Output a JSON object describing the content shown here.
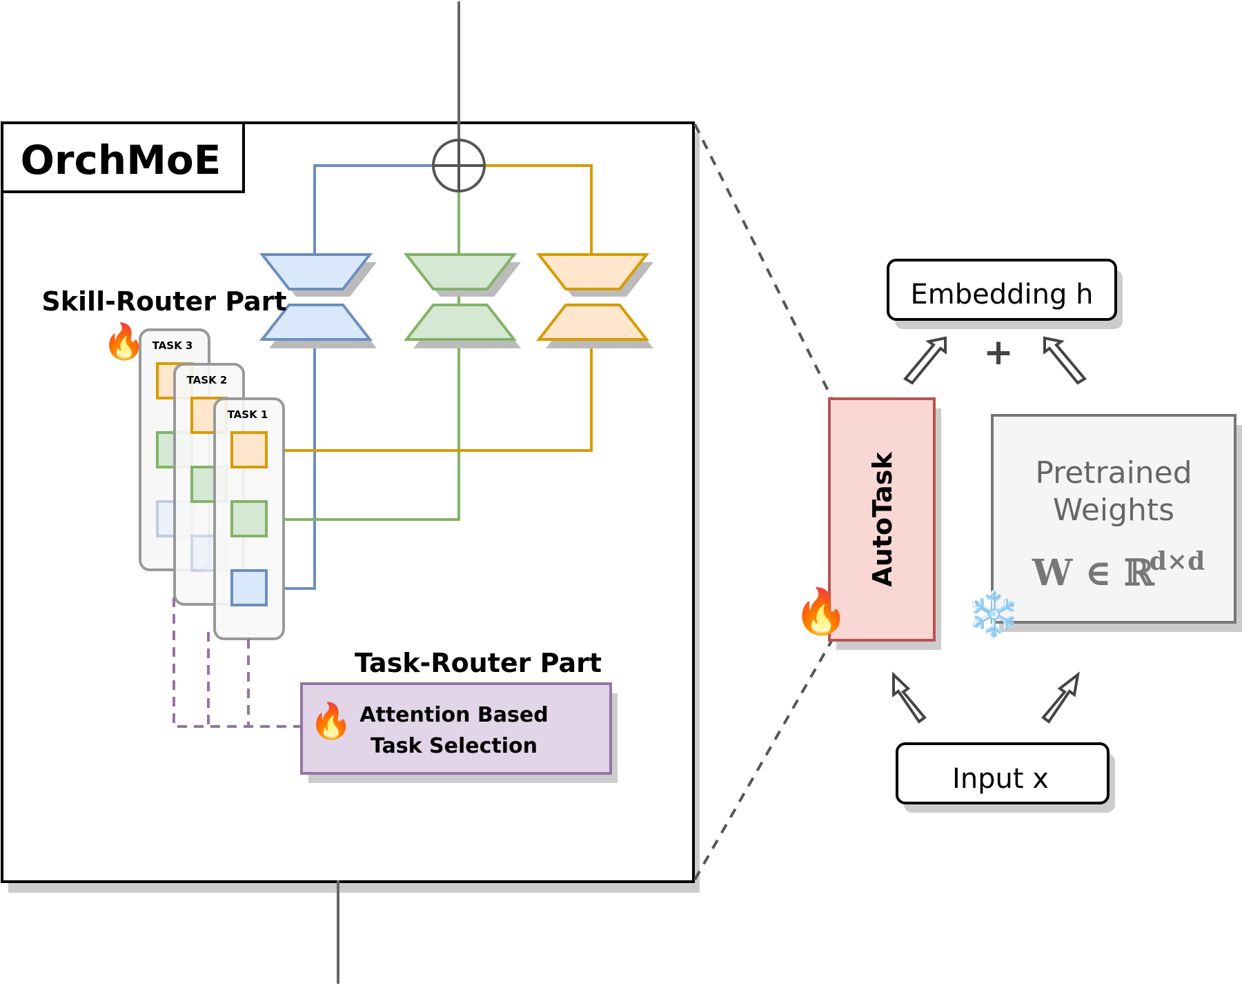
{
  "title": "OrchMoE",
  "skill_router_label": "Skill-Router Part",
  "task_router_label": "Task-Router Part",
  "attention_line1": "Attention Based",
  "attention_line2": "Task Selection",
  "tasks": [
    "TASK 3",
    "TASK 2",
    "TASK 1"
  ],
  "autotask_label": "AutoTask",
  "embedding_label": "Embedding h",
  "plus_sign": "+",
  "input_label": "Input x",
  "pretrained_line1": "Pretrained",
  "pretrained_line2": "Weights",
  "weight_formula_main": "W ∈ ℝ",
  "weight_formula_sup": "d×d",
  "icons": {
    "fire": "🔥",
    "snow": "❄️"
  },
  "colors": {
    "blue": "#6c8ebf",
    "blue_fill": "#dae8fc",
    "green": "#82b366",
    "green_fill": "#d5e8d4",
    "orange": "#d79b00",
    "orange_fill": "#ffe6cc",
    "purple": "#9673a6",
    "purple_fill": "#e1d5e7",
    "red": "#b85450",
    "red_fill": "#f8d7d4",
    "gray_fill": "#f5f5f5",
    "shadow": "#cccccc"
  }
}
